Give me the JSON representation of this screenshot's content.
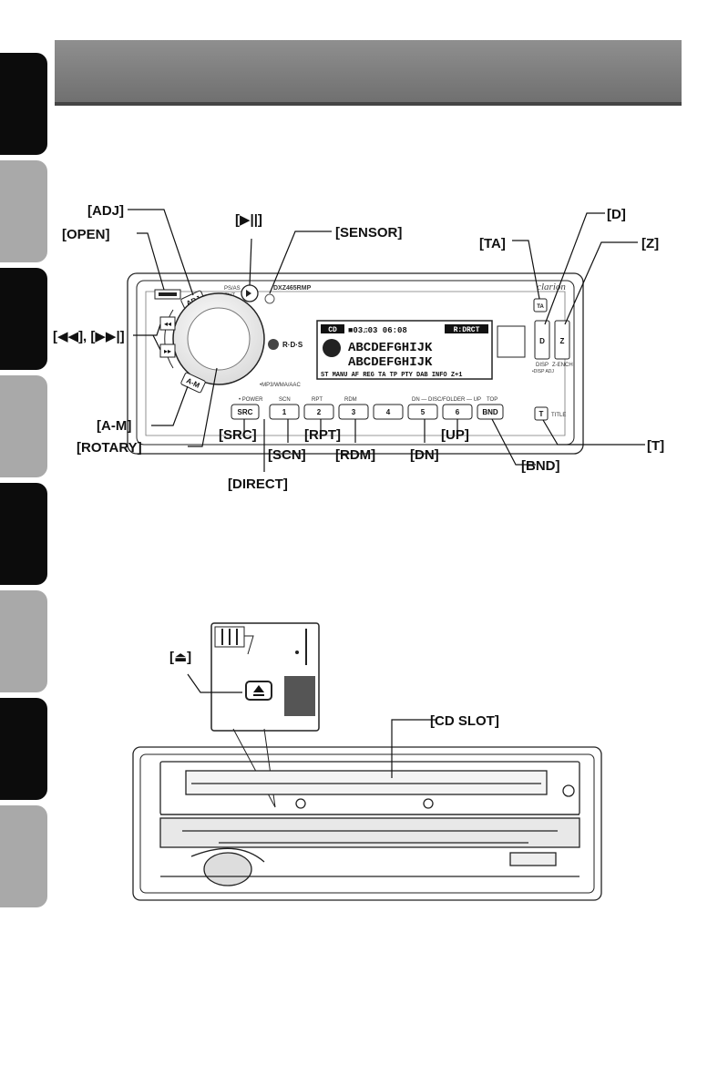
{
  "labels": {
    "adj": "[ADJ]",
    "open": "[OPEN]",
    "play_pause": "[▶||]",
    "sensor": "[SENSOR]",
    "ta": "[TA]",
    "d": "[D]",
    "z": "[Z]",
    "skip": "[◀◀], [▶▶|]",
    "am": "[A-M]",
    "rotary": "[ROTARY]",
    "src": "[SRC]",
    "scn": "[SCN]",
    "rpt": "[RPT]",
    "rdm": "[RDM]",
    "dn": "[DN]",
    "up": "[UP]",
    "t": "[T]",
    "bnd": "[BND]",
    "direct": "[DIRECT]",
    "eject": "[⏏]",
    "cd_slot": "[CD SLOT]"
  },
  "faceplate": {
    "brand": "clarion",
    "model": "DXZ465RMP",
    "rds": "R·D·S",
    "ps_as": "PS/AS",
    "ent": "ENT",
    "adj_key": "ADJ",
    "am_key": "A-M",
    "src_key": "SRC",
    "bnd_key": "BND",
    "ta_key": "TA",
    "t_key": "T",
    "d_key": "D",
    "z_key": "Z",
    "title_caption": "TITLE",
    "disp_caption": "DISP",
    "disp_sub": "•DISP ADJ",
    "zenh_caption": "Z-ENCH",
    "power_caption": "• POWER",
    "scn_caption": "SCN",
    "rpt_caption": "RPT",
    "rdm_caption": "RDM",
    "dn_up_caption": "DN — DISC/FOLDER — UP",
    "top_caption": "TOP",
    "mp3_caption": "•MP3/WMA/AAC",
    "preset_keys": [
      "1",
      "2",
      "3",
      "4",
      "5",
      "6"
    ],
    "lcd": {
      "source": "CD",
      "track_info": "■03♫03 06:08",
      "mode": "R:DRCT",
      "line1": "ABCDEFGHIJK",
      "line2": "ABCDEFGHIJK",
      "indicators": "ST MANU AF REG TA TP PTY DAB INFO Z+1"
    }
  }
}
